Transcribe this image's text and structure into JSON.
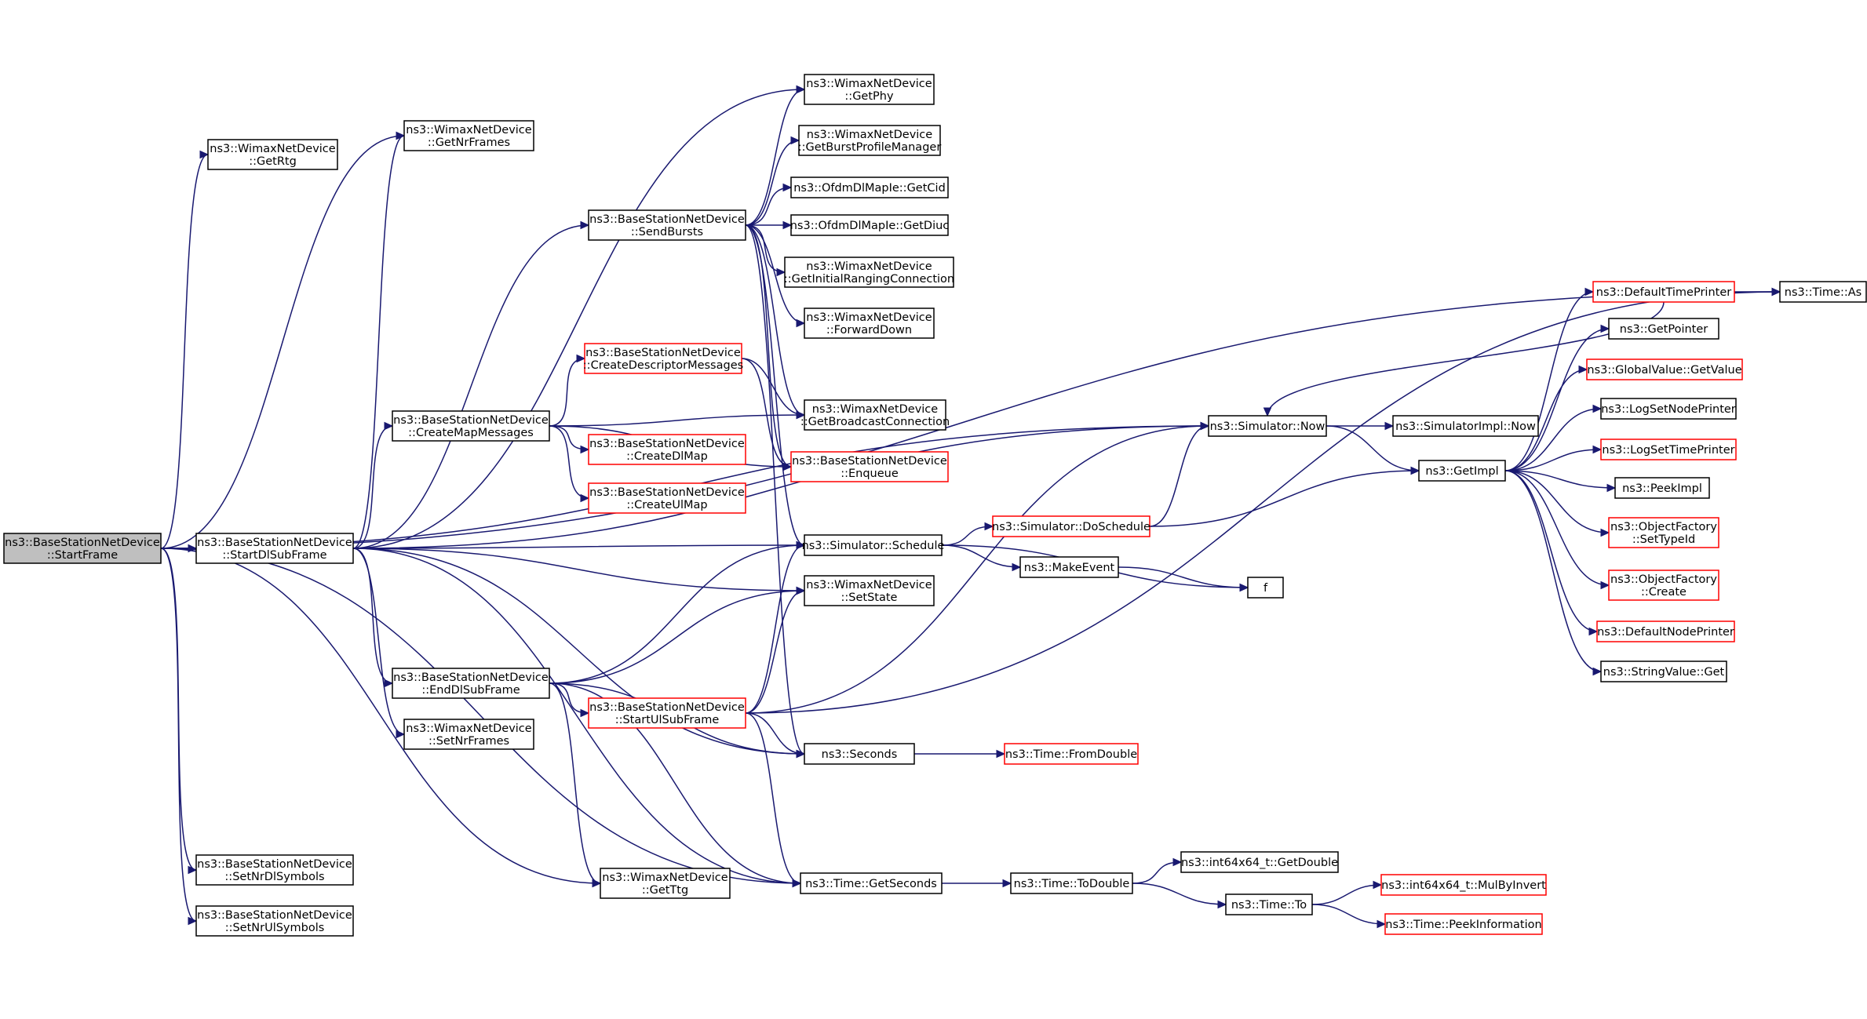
{
  "colors": {
    "edge": "#191970",
    "root_fill": "#bfbfbf",
    "red_border": "#ff0000",
    "black_border": "#000000"
  },
  "nodes": [
    {
      "id": "StartFrame",
      "lines": [
        "ns3::BaseStationNetDevice",
        "::StartFrame"
      ],
      "style": "root"
    },
    {
      "id": "GetRtg",
      "lines": [
        "ns3::WimaxNetDevice",
        "::GetRtg"
      ],
      "style": "black"
    },
    {
      "id": "GetNrFrames",
      "lines": [
        "ns3::WimaxNetDevice",
        "::GetNrFrames"
      ],
      "style": "black"
    },
    {
      "id": "StartDlSubFrame",
      "lines": [
        "ns3::BaseStationNetDevice",
        "::StartDlSubFrame"
      ],
      "style": "black"
    },
    {
      "id": "SetNrDlSymbols",
      "lines": [
        "ns3::BaseStationNetDevice",
        "::SetNrDlSymbols"
      ],
      "style": "black"
    },
    {
      "id": "SetNrUlSymbols",
      "lines": [
        "ns3::BaseStationNetDevice",
        "::SetNrUlSymbols"
      ],
      "style": "black"
    },
    {
      "id": "CreateMapMessages",
      "lines": [
        "ns3::BaseStationNetDevice",
        "::CreateMapMessages"
      ],
      "style": "black"
    },
    {
      "id": "EndDlSubFrame",
      "lines": [
        "ns3::BaseStationNetDevice",
        "::EndDlSubFrame"
      ],
      "style": "black"
    },
    {
      "id": "SetNrFrames",
      "lines": [
        "ns3::WimaxNetDevice",
        "::SetNrFrames"
      ],
      "style": "black"
    },
    {
      "id": "SendBursts",
      "lines": [
        "ns3::BaseStationNetDevice",
        "::SendBursts"
      ],
      "style": "black"
    },
    {
      "id": "CreateDescriptorMessages",
      "lines": [
        "ns3::BaseStationNetDevice",
        "::CreateDescriptorMessages"
      ],
      "style": "red"
    },
    {
      "id": "CreateDlMap",
      "lines": [
        "ns3::BaseStationNetDevice",
        "::CreateDlMap"
      ],
      "style": "red"
    },
    {
      "id": "CreateUlMap",
      "lines": [
        "ns3::BaseStationNetDevice",
        "::CreateUlMap"
      ],
      "style": "red"
    },
    {
      "id": "StartUlSubFrame",
      "lines": [
        "ns3::BaseStationNetDevice",
        "::StartUlSubFrame"
      ],
      "style": "red"
    },
    {
      "id": "GetTtg",
      "lines": [
        "ns3::WimaxNetDevice",
        "::GetTtg"
      ],
      "style": "black"
    },
    {
      "id": "GetPhy",
      "lines": [
        "ns3::WimaxNetDevice",
        "::GetPhy"
      ],
      "style": "black"
    },
    {
      "id": "GetBurstProfileManager",
      "lines": [
        "ns3::WimaxNetDevice",
        "::GetBurstProfileManager"
      ],
      "style": "black"
    },
    {
      "id": "GetCid",
      "lines": [
        "ns3::OfdmDlMapIe::GetCid"
      ],
      "style": "black"
    },
    {
      "id": "GetDiuc",
      "lines": [
        "ns3::OfdmDlMapIe::GetDiuc"
      ],
      "style": "black"
    },
    {
      "id": "GetInitialRangingConnection",
      "lines": [
        "ns3::WimaxNetDevice",
        "::GetInitialRangingConnection"
      ],
      "style": "black"
    },
    {
      "id": "ForwardDown",
      "lines": [
        "ns3::WimaxNetDevice",
        "::ForwardDown"
      ],
      "style": "black"
    },
    {
      "id": "GetBroadcastConnection",
      "lines": [
        "ns3::WimaxNetDevice",
        "::GetBroadcastConnection"
      ],
      "style": "black"
    },
    {
      "id": "Enqueue",
      "lines": [
        "ns3::BaseStationNetDevice",
        "::Enqueue"
      ],
      "style": "red"
    },
    {
      "id": "Schedule",
      "lines": [
        "ns3::Simulator::Schedule"
      ],
      "style": "black"
    },
    {
      "id": "SetState",
      "lines": [
        "ns3::WimaxNetDevice",
        "::SetState"
      ],
      "style": "black"
    },
    {
      "id": "Seconds",
      "lines": [
        "ns3::Seconds"
      ],
      "style": "black"
    },
    {
      "id": "GetSeconds",
      "lines": [
        "ns3::Time::GetSeconds"
      ],
      "style": "black"
    },
    {
      "id": "Now",
      "lines": [
        "ns3::Simulator::Now"
      ],
      "style": "black"
    },
    {
      "id": "DoSchedule",
      "lines": [
        "ns3::Simulator::DoSchedule"
      ],
      "style": "red"
    },
    {
      "id": "MakeEvent",
      "lines": [
        "ns3::MakeEvent"
      ],
      "style": "black"
    },
    {
      "id": "f",
      "lines": [
        "f"
      ],
      "style": "black"
    },
    {
      "id": "FromDouble",
      "lines": [
        "ns3::Time::FromDouble"
      ],
      "style": "red"
    },
    {
      "id": "ToDouble",
      "lines": [
        "ns3::Time::ToDouble"
      ],
      "style": "black"
    },
    {
      "id": "int64GetDouble",
      "lines": [
        "ns3::int64x64_t::GetDouble"
      ],
      "style": "black"
    },
    {
      "id": "TimeTo",
      "lines": [
        "ns3::Time::To"
      ],
      "style": "black"
    },
    {
      "id": "MulByInvert",
      "lines": [
        "ns3::int64x64_t::MulByInvert"
      ],
      "style": "red"
    },
    {
      "id": "PeekInformation",
      "lines": [
        "ns3::Time::PeekInformation"
      ],
      "style": "red"
    },
    {
      "id": "SimulatorImplNow",
      "lines": [
        "ns3::SimulatorImpl::Now"
      ],
      "style": "black"
    },
    {
      "id": "GetImpl",
      "lines": [
        "ns3::GetImpl"
      ],
      "style": "black"
    },
    {
      "id": "DefaultTimePrinter",
      "lines": [
        "ns3::DefaultTimePrinter"
      ],
      "style": "red"
    },
    {
      "id": "TimeAs",
      "lines": [
        "ns3::Time::As"
      ],
      "style": "black"
    },
    {
      "id": "GetPointer",
      "lines": [
        "ns3::GetPointer"
      ],
      "style": "black"
    },
    {
      "id": "GlobalGetValue",
      "lines": [
        "ns3::GlobalValue::GetValue"
      ],
      "style": "red"
    },
    {
      "id": "LogSetNodePrinter",
      "lines": [
        "ns3::LogSetNodePrinter"
      ],
      "style": "black"
    },
    {
      "id": "LogSetTimePrinter",
      "lines": [
        "ns3::LogSetTimePrinter"
      ],
      "style": "red"
    },
    {
      "id": "PeekImpl",
      "lines": [
        "ns3::PeekImpl"
      ],
      "style": "black"
    },
    {
      "id": "SetTypeId",
      "lines": [
        "ns3::ObjectFactory",
        "::SetTypeId"
      ],
      "style": "red"
    },
    {
      "id": "OFCreate",
      "lines": [
        "ns3::ObjectFactory",
        "::Create"
      ],
      "style": "red"
    },
    {
      "id": "DefaultNodePrinter",
      "lines": [
        "ns3::DefaultNodePrinter"
      ],
      "style": "red"
    },
    {
      "id": "StringValueGet",
      "lines": [
        "ns3::StringValue::Get"
      ],
      "style": "black"
    }
  ],
  "edges": [
    {
      "from": "StartFrame",
      "to": "GetRtg"
    },
    {
      "from": "StartFrame",
      "to": "GetNrFrames"
    },
    {
      "from": "StartFrame",
      "to": "StartDlSubFrame"
    },
    {
      "from": "StartFrame",
      "to": "SetNrDlSymbols"
    },
    {
      "from": "StartFrame",
      "to": "SetNrUlSymbols"
    },
    {
      "from": "StartFrame",
      "to": "GetTtg"
    },
    {
      "from": "StartFrame",
      "to": "GetSeconds"
    },
    {
      "from": "StartFrame",
      "to": "Now"
    },
    {
      "from": "StartFrame",
      "to": "TimeAs"
    },
    {
      "from": "StartDlSubFrame",
      "to": "GetNrFrames"
    },
    {
      "from": "StartDlSubFrame",
      "to": "GetPhy"
    },
    {
      "from": "StartDlSubFrame",
      "to": "SendBursts"
    },
    {
      "from": "StartDlSubFrame",
      "to": "CreateMapMessages"
    },
    {
      "from": "StartDlSubFrame",
      "to": "EndDlSubFrame"
    },
    {
      "from": "StartDlSubFrame",
      "to": "SetNrFrames"
    },
    {
      "from": "StartDlSubFrame",
      "to": "Schedule"
    },
    {
      "from": "StartDlSubFrame",
      "to": "SetState"
    },
    {
      "from": "StartDlSubFrame",
      "to": "Seconds"
    },
    {
      "from": "StartDlSubFrame",
      "to": "GetSeconds"
    },
    {
      "from": "StartDlSubFrame",
      "to": "Now"
    },
    {
      "from": "SendBursts",
      "to": "GetPhy"
    },
    {
      "from": "SendBursts",
      "to": "GetBurstProfileManager"
    },
    {
      "from": "SendBursts",
      "to": "GetCid"
    },
    {
      "from": "SendBursts",
      "to": "GetDiuc"
    },
    {
      "from": "SendBursts",
      "to": "GetInitialRangingConnection"
    },
    {
      "from": "SendBursts",
      "to": "ForwardDown"
    },
    {
      "from": "SendBursts",
      "to": "GetBroadcastConnection"
    },
    {
      "from": "SendBursts",
      "to": "Enqueue"
    },
    {
      "from": "SendBursts",
      "to": "Schedule"
    },
    {
      "from": "SendBursts",
      "to": "Seconds"
    },
    {
      "from": "CreateMapMessages",
      "to": "CreateDescriptorMessages"
    },
    {
      "from": "CreateMapMessages",
      "to": "CreateDlMap"
    },
    {
      "from": "CreateMapMessages",
      "to": "CreateUlMap"
    },
    {
      "from": "CreateMapMessages",
      "to": "Enqueue"
    },
    {
      "from": "CreateMapMessages",
      "to": "GetBroadcastConnection"
    },
    {
      "from": "CreateDescriptorMessages",
      "to": "GetBroadcastConnection"
    },
    {
      "from": "CreateDescriptorMessages",
      "to": "Enqueue"
    },
    {
      "from": "EndDlSubFrame",
      "to": "StartUlSubFrame"
    },
    {
      "from": "EndDlSubFrame",
      "to": "Schedule"
    },
    {
      "from": "EndDlSubFrame",
      "to": "SetState"
    },
    {
      "from": "EndDlSubFrame",
      "to": "Seconds"
    },
    {
      "from": "EndDlSubFrame",
      "to": "GetTtg"
    },
    {
      "from": "EndDlSubFrame",
      "to": "GetSeconds"
    },
    {
      "from": "StartUlSubFrame",
      "to": "Schedule"
    },
    {
      "from": "StartUlSubFrame",
      "to": "SetState"
    },
    {
      "from": "StartUlSubFrame",
      "to": "Seconds"
    },
    {
      "from": "StartUlSubFrame",
      "to": "GetSeconds"
    },
    {
      "from": "StartUlSubFrame",
      "to": "Now"
    },
    {
      "from": "StartUlSubFrame",
      "to": "TimeAs"
    },
    {
      "from": "Schedule",
      "to": "DoSchedule"
    },
    {
      "from": "Schedule",
      "to": "MakeEvent"
    },
    {
      "from": "Schedule",
      "to": "f"
    },
    {
      "from": "MakeEvent",
      "to": "f"
    },
    {
      "from": "DoSchedule",
      "to": "Now"
    },
    {
      "from": "DoSchedule",
      "to": "GetImpl"
    },
    {
      "from": "Seconds",
      "to": "FromDouble"
    },
    {
      "from": "GetSeconds",
      "to": "ToDouble"
    },
    {
      "from": "ToDouble",
      "to": "int64GetDouble"
    },
    {
      "from": "ToDouble",
      "to": "TimeTo"
    },
    {
      "from": "TimeTo",
      "to": "MulByInvert"
    },
    {
      "from": "TimeTo",
      "to": "PeekInformation"
    },
    {
      "from": "Now",
      "to": "SimulatorImplNow"
    },
    {
      "from": "Now",
      "to": "GetImpl"
    },
    {
      "from": "DefaultTimePrinter",
      "to": "Now"
    },
    {
      "from": "DefaultTimePrinter",
      "to": "TimeAs"
    },
    {
      "from": "GetImpl",
      "to": "DefaultTimePrinter"
    },
    {
      "from": "GetImpl",
      "to": "GetPointer"
    },
    {
      "from": "GetImpl",
      "to": "GlobalGetValue"
    },
    {
      "from": "GetImpl",
      "to": "LogSetNodePrinter"
    },
    {
      "from": "GetImpl",
      "to": "LogSetTimePrinter"
    },
    {
      "from": "GetImpl",
      "to": "PeekImpl"
    },
    {
      "from": "GetImpl",
      "to": "SetTypeId"
    },
    {
      "from": "GetImpl",
      "to": "OFCreate"
    },
    {
      "from": "GetImpl",
      "to": "DefaultNodePrinter"
    },
    {
      "from": "GetImpl",
      "to": "StringValueGet"
    }
  ]
}
